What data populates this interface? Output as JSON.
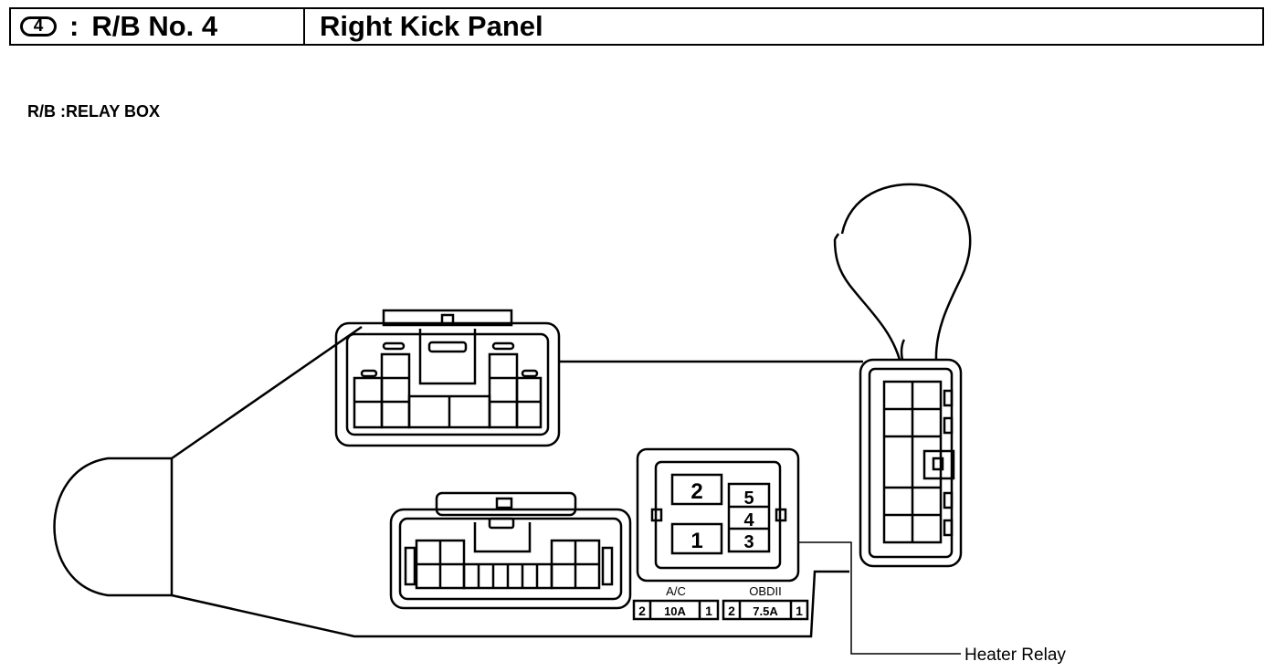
{
  "header": {
    "number": "4",
    "separator": ":",
    "code": "R/B No. 4",
    "title": "Right Kick Panel"
  },
  "note": "R/B :RELAY BOX",
  "relay": {
    "terminals": [
      "2",
      "5",
      "4",
      "1",
      "3"
    ]
  },
  "fuses": [
    {
      "name": "A/C",
      "rating": "10A",
      "left_terminal": "2",
      "right_terminal": "1"
    },
    {
      "name": "OBDII",
      "rating": "7.5A",
      "left_terminal": "2",
      "right_terminal": "1"
    }
  ],
  "callout": {
    "label": "Heater Relay"
  }
}
